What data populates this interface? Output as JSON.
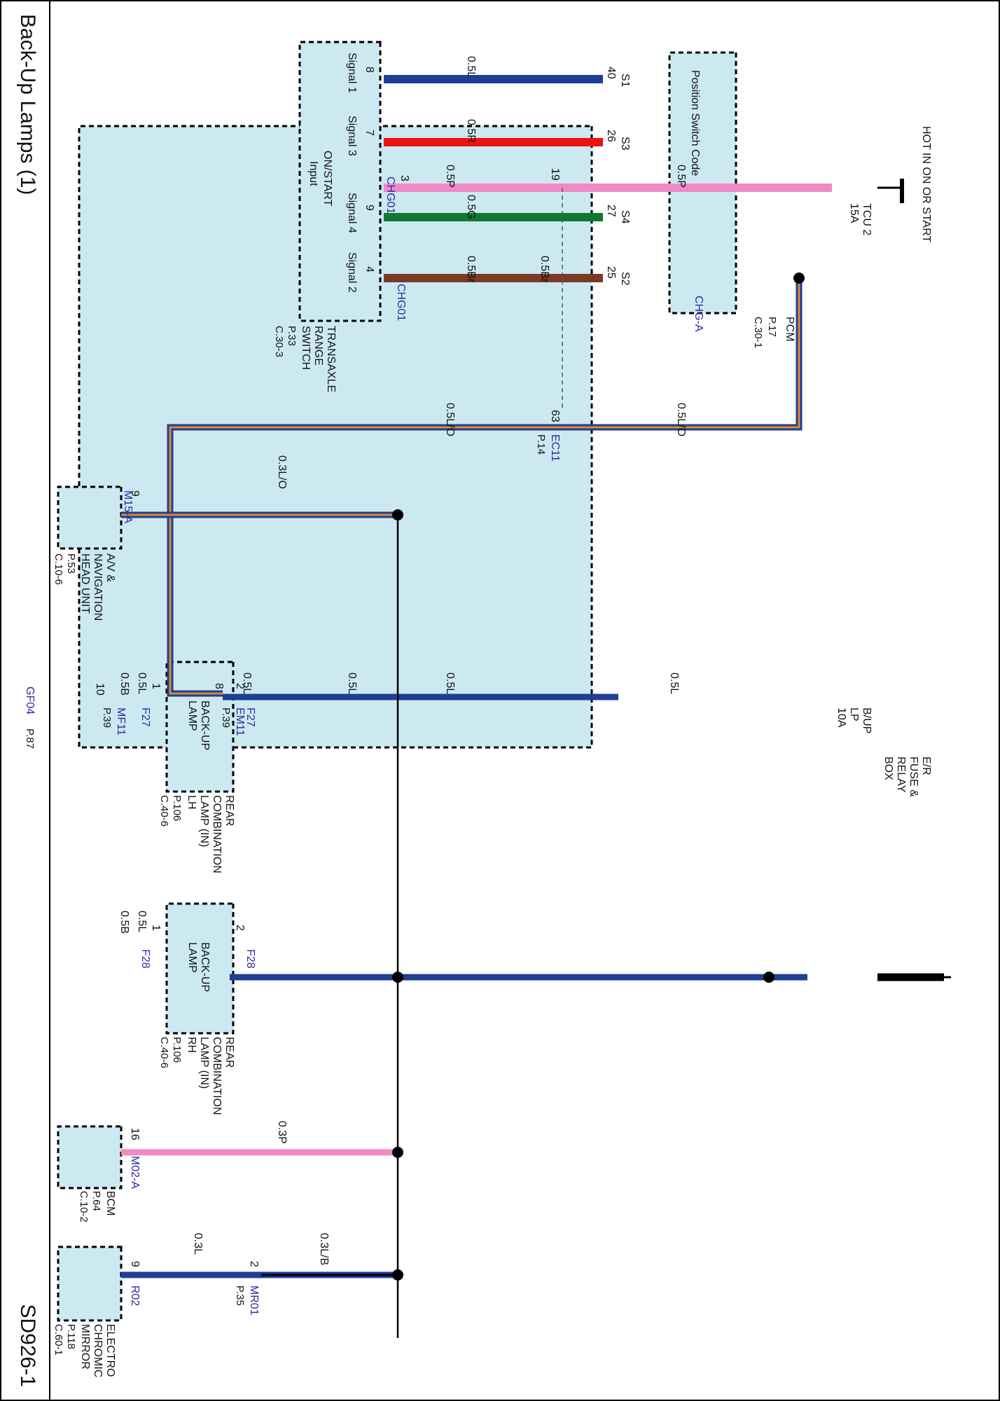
{
  "title": "Back-Up Lamps (1)",
  "code": "SD926-1",
  "hot_label": "HOT IN ON OR START",
  "fuse_tcu": {
    "name": "TCU 2",
    "rating": "15A"
  },
  "fuse_bup": {
    "name1": "B/UP",
    "name2": "LP",
    "rating": "10A"
  },
  "fuse_box": [
    "E/R",
    "FUSE &",
    "RELAY",
    "BOX"
  ],
  "pcm": {
    "name": "PCM",
    "refs": [
      "P.17",
      "C.30-1"
    ],
    "inner_label": "Position Switch Code",
    "pins": [
      {
        "sig": "S1",
        "pin": "40"
      },
      {
        "sig": "S3",
        "pin": "26"
      },
      {
        "sig": "S4",
        "pin": "27"
      },
      {
        "sig": "S2",
        "pin": "25"
      }
    ],
    "connector": "CHG-A"
  },
  "trs": {
    "name": [
      "TRANSAXLE",
      "RANGE",
      "SWITCH"
    ],
    "refs": [
      "P.33",
      "C.30-3"
    ],
    "input": [
      "ON/START",
      "Input"
    ],
    "signals": [
      {
        "label": "Signal 1",
        "pin": "8"
      },
      {
        "label": "Signal 3",
        "pin": "7"
      },
      {
        "label": "Signal 4",
        "pin": "9"
      },
      {
        "label": "Signal 2",
        "pin": "4"
      }
    ],
    "input_pin": "3",
    "connector": "CHG01",
    "connector2": "CHG01"
  },
  "wires": {
    "s1": "0.5L",
    "s3": "0.5R",
    "s4": "0.5G",
    "s2a": "0.5Br",
    "s2b": "0.5Br",
    "pink_a": "0.5P",
    "pink_b": "0.5P",
    "lo_a": "0.5L/O",
    "lo_b": "0.5L/O",
    "av": "0.3L/O",
    "l1": "0.5L",
    "l2": "0.5L",
    "l3": "0.5L",
    "l4": "0.5L",
    "l5": "0.5L",
    "l6": "0.5L",
    "b1": "0.5B",
    "b2": "0.5B",
    "bcm": "0.3P",
    "lb": "0.3L/B",
    "mir": "0.3L"
  },
  "pins": {
    "ec11_pin": "63",
    "pink_mid_pin": "19",
    "em11_pin": "8",
    "mf11_pin": "10",
    "av_pin": "9",
    "lh2": "2",
    "lh1": "1",
    "rh2": "2",
    "rh1": "1",
    "bcm_pin": "16",
    "mr01_pin": "2",
    "mir_pin": "9"
  },
  "connectors": {
    "ec11": "EC11",
    "ec11_ref": "P.14",
    "em11": "EM11",
    "em11_ref": "P.39",
    "mf11": "MF11",
    "mf11_ref": "P.39",
    "m15a": "M15-A",
    "f27a": "F27",
    "f27b": "F27",
    "f28a": "F28",
    "f28b": "F28",
    "m02a": "M02-A",
    "mr01": "MR01",
    "mr01_ref": "P.35",
    "r02": "R02",
    "gf04": "GF04",
    "gf04_ref": "P.87"
  },
  "av": {
    "name": [
      "A/V &",
      "NAVIGATION",
      "HEAD UNIT"
    ],
    "refs": [
      "P.53",
      "C.10-6"
    ]
  },
  "lh": {
    "lamp": [
      "BACK-UP",
      "LAMP"
    ],
    "name": [
      "REAR",
      "COMBINATION",
      "LAMP (IN)",
      "LH"
    ],
    "refs": [
      "P.106",
      "C.40-6"
    ]
  },
  "rh": {
    "lamp": [
      "BACK-UP",
      "LAMP"
    ],
    "name": [
      "REAR",
      "COMBINATION",
      "LAMP (IN)",
      "RH"
    ],
    "refs": [
      "P.106",
      "C.40-6"
    ]
  },
  "bcm": {
    "name": "BCM",
    "refs": [
      "P.64",
      "C.10-2"
    ]
  },
  "mirror": {
    "name": [
      "ELECTRO",
      "CHROMIC",
      "MIRROR"
    ],
    "refs": [
      "P.118",
      "C.60-1"
    ]
  },
  "colors": {
    "blue": "#1f3f93",
    "red": "#ee1111",
    "green": "#0d7a30",
    "brown": "#7a3a26",
    "pink": "#f08ac4",
    "orange": "#e08a2a",
    "black": "#000000",
    "box": "#cce9f1"
  }
}
